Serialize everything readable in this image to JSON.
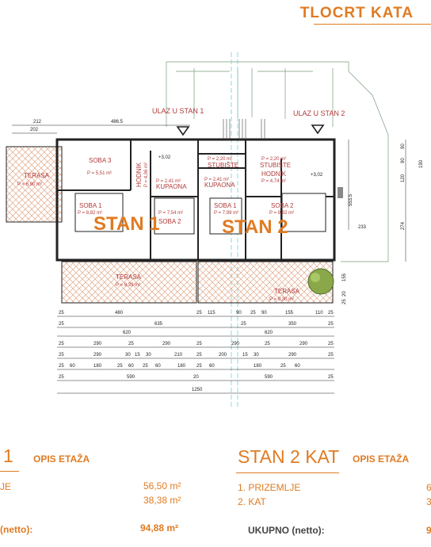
{
  "header": {
    "title": "TLOCRT KATA"
  },
  "plan": {
    "entrance_1": "ULAZ U STAN 1",
    "entrance_2": "ULAZ U STAN 2",
    "apartment_1": "STAN 1",
    "apartment_2": "STAN 2",
    "rooms": {
      "terasa_left": {
        "name": "TERASA",
        "area": "P = 6,90 m²"
      },
      "soba3": {
        "name": "SOBA 3",
        "area": "P = 5,51 m²"
      },
      "hodnik_left": {
        "name": "HODNIK",
        "area": "P = 4,06 m²"
      },
      "stubiste_left": {
        "name": "STUBIŠTE",
        "area": "P = 2,20 m²"
      },
      "stubiste_right": {
        "name": "STUBIŠTE",
        "area": "P = 2,20 m²"
      },
      "kupaona_left": {
        "name": "KUPAONA",
        "area": "P = 2,41 m²"
      },
      "kupaona_right": {
        "name": "KUPAONA",
        "area": "P = 2,41 m²"
      },
      "hodnik_right": {
        "name": "HODNIK",
        "area": "P = 4,74 m²"
      },
      "soba1_left": {
        "name": "SOBA 1",
        "area": "P = 8,82 m²"
      },
      "soba2_left": {
        "name": "SOBA 2",
        "area": "P = 7,54 m²"
      },
      "soba1_right": {
        "name": "SOBA 1",
        "area": "P = 7,99 m²"
      },
      "soba2_right": {
        "name": "SOBA 2",
        "area": "P = 8,82 m²"
      },
      "terasa_bl": {
        "name": "TERASA",
        "area": "P = 9,39 m²"
      },
      "terasa_br": {
        "name": "TERASA",
        "area": "P = 9,30 m²"
      }
    },
    "levels": [
      "+3,02",
      "+3,02"
    ],
    "dims_top": [
      "212",
      "202",
      "486.5"
    ],
    "dims_right": [
      "90",
      "90",
      "190",
      "120",
      "274",
      "155",
      "20",
      "25"
    ],
    "dim_553": "553.5",
    "dim_233": "233",
    "dims_row1": [
      "25",
      "480",
      "25",
      "115",
      "90",
      "25",
      "90",
      "155",
      "110",
      "25"
    ],
    "dims_row2": [
      "25",
      "635",
      "25",
      "350",
      "25"
    ],
    "dims_row3": [
      "620",
      "620"
    ],
    "dims_row4": [
      "25",
      "290",
      "25",
      "290",
      "25",
      "290",
      "25",
      "290",
      "25"
    ],
    "dims_row5": [
      "25",
      "290",
      "30",
      "15",
      "30",
      "210",
      "25",
      "200",
      "15",
      "30",
      "290",
      "25"
    ],
    "dims_row6": [
      "25",
      "60",
      "180",
      "25",
      "60",
      "25",
      "60",
      "180",
      "25",
      "60",
      "180",
      "25",
      "60"
    ],
    "dims_row7": [
      "25",
      "590",
      "20",
      "590",
      "25"
    ],
    "dims_row8": [
      "1250"
    ]
  },
  "stan1": {
    "title": "1",
    "opis": "OPIS ETAŽA",
    "row1_label": "JE",
    "row1_value": "56,50 m²",
    "row2_value": "38,38 m²",
    "total_label": "(netto):",
    "total_value": "94,88 m²"
  },
  "stan2": {
    "title": "STAN 2 KAT",
    "opis": "OPIS ETAŽA",
    "row1_label": "1. PRIZEMLJE",
    "row2_label": "2. KAT",
    "total_label": "UKUPNO (netto):",
    "row1_value": "6",
    "row2_value": "3",
    "total_value": "9"
  },
  "colors": {
    "accent": "#e07b22",
    "wall": "#222222",
    "terrace": "#d99a7a",
    "stair": "#6fd0d6"
  }
}
